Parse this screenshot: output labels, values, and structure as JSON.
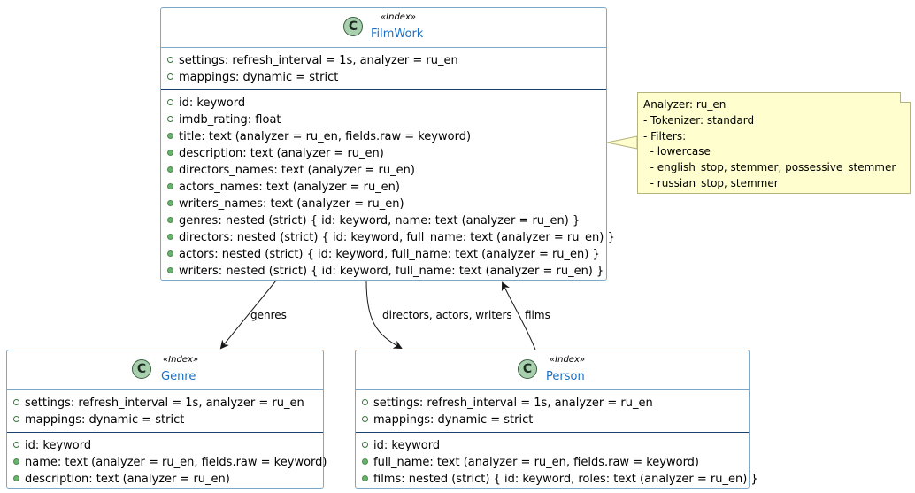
{
  "classes": {
    "filmwork": {
      "stereotype": "«Index»",
      "name": "FilmWork",
      "settings": [
        {
          "text": "settings: refresh_interval = 1s, analyzer = ru_en",
          "visibility": "public"
        },
        {
          "text": "mappings: dynamic = strict",
          "visibility": "public"
        }
      ],
      "fields": [
        {
          "text": "id: keyword",
          "visibility": "public"
        },
        {
          "text": "imdb_rating: float",
          "visibility": "public"
        },
        {
          "text": "title: text (analyzer = ru_en, fields.raw = keyword)",
          "visibility": "filled"
        },
        {
          "text": "description: text (analyzer = ru_en)",
          "visibility": "filled"
        },
        {
          "text": "directors_names: text (analyzer = ru_en)",
          "visibility": "filled"
        },
        {
          "text": "actors_names: text (analyzer = ru_en)",
          "visibility": "filled"
        },
        {
          "text": "writers_names: text (analyzer = ru_en)",
          "visibility": "filled"
        },
        {
          "text": "genres: nested (strict) { id: keyword, name: text (analyzer = ru_en) }",
          "visibility": "filled"
        },
        {
          "text": "directors: nested (strict) { id: keyword, full_name: text (analyzer = ru_en) }",
          "visibility": "filled"
        },
        {
          "text": "actors: nested (strict) { id: keyword, full_name: text (analyzer = ru_en) }",
          "visibility": "filled"
        },
        {
          "text": "writers: nested (strict) { id: keyword, full_name: text (analyzer = ru_en) }",
          "visibility": "filled"
        }
      ]
    },
    "genre": {
      "stereotype": "«Index»",
      "name": "Genre",
      "settings": [
        {
          "text": "settings: refresh_interval = 1s, analyzer = ru_en",
          "visibility": "public"
        },
        {
          "text": "mappings: dynamic = strict",
          "visibility": "public"
        }
      ],
      "fields": [
        {
          "text": "id: keyword",
          "visibility": "public"
        },
        {
          "text": "name: text (analyzer = ru_en, fields.raw = keyword)",
          "visibility": "filled"
        },
        {
          "text": "description: text (analyzer = ru_en)",
          "visibility": "filled"
        }
      ]
    },
    "person": {
      "stereotype": "«Index»",
      "name": "Person",
      "settings": [
        {
          "text": "settings: refresh_interval = 1s, analyzer = ru_en",
          "visibility": "public"
        },
        {
          "text": "mappings: dynamic = strict",
          "visibility": "public"
        }
      ],
      "fields": [
        {
          "text": "id: keyword",
          "visibility": "public"
        },
        {
          "text": "full_name: text (analyzer = ru_en, fields.raw = keyword)",
          "visibility": "filled"
        },
        {
          "text": "films: nested (strict) { id: keyword, roles: text (analyzer = ru_en) }",
          "visibility": "filled"
        }
      ]
    }
  },
  "class_badge": "C",
  "note": {
    "lines": [
      "Analyzer: ru_en",
      "- Tokenizer: standard",
      "- Filters:",
      "  - lowercase",
      "  - english_stop, stemmer, possessive_stemmer",
      "  - russian_stop, stemmer"
    ]
  },
  "edges": {
    "genres": "genres",
    "directors_actors_writers": "directors, actors, writers",
    "films": "films"
  },
  "colors": {
    "class_name": "#1a6fc4",
    "class_border": "#7ba7c9",
    "note_bg": "#fefece",
    "badge_bg": "#a8cfae"
  }
}
